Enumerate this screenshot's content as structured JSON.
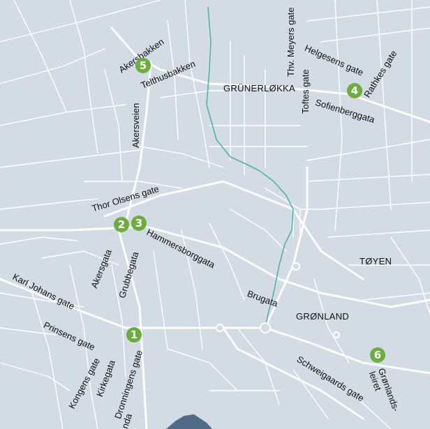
{
  "map": {
    "colors": {
      "background": "#d3dbe5",
      "road": "#ffffff",
      "river": "#4fb3a9",
      "water": "#516a86",
      "marker": "#6cae3c"
    },
    "districts": [
      "GRÜNERLØKKA",
      "TØYEN",
      "GRØNLAND"
    ],
    "streets": {
      "akersbakken": "Akersbakken",
      "telthusbakken": "Telthusbakken",
      "akersveien": "Akersveien",
      "thv_meyers_gate": "Thv. Meyers gate",
      "toftes_gate": "Toftes gate",
      "helgesens_gate": "Helgesens gate",
      "rathkes_gate": "Rathkes gate",
      "sofienberggata": "Sofienberggata",
      "thor_olsens_gate": "Thor Olsens gate",
      "hammersborggata": "Hammersborggata",
      "akersgata": "Akersgata",
      "grubbegata": "Grubbegata",
      "karl_johans_gate": "Karl Johans gate",
      "brugata": "Brugata",
      "prinsens_gate": "Prinsens gate",
      "kongens_gate": "Kongens gate",
      "kirkegata": "Kirkegata",
      "dronningens_gate": "Dronningens gate",
      "schweigaards_gate": "Schweigaards gate",
      "gronlandsleiret": "Grønlands-\nleiret",
      "partial_bottom": "nda"
    },
    "markers": [
      "1",
      "2",
      "3",
      "4",
      "5",
      "6"
    ]
  }
}
